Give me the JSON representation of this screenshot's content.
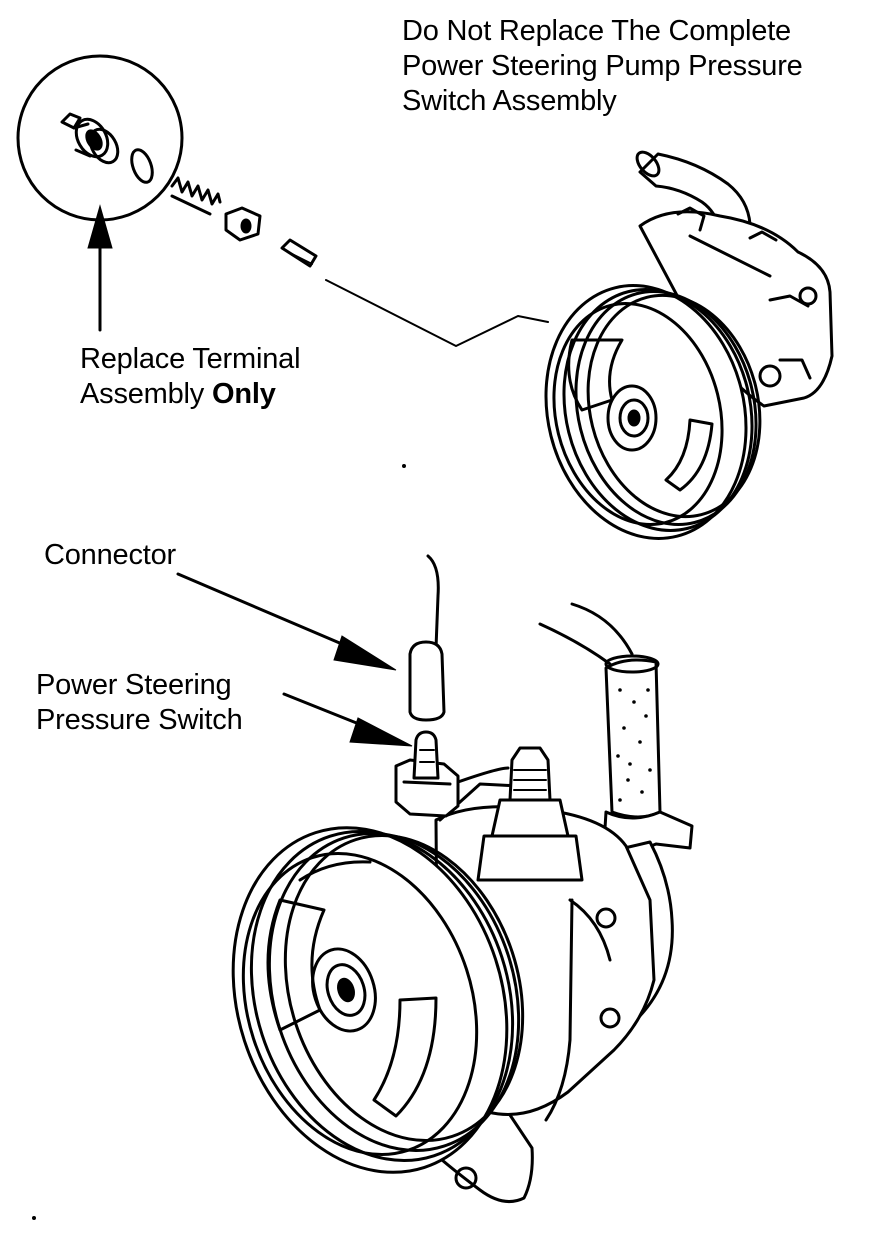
{
  "labels": {
    "top_note": [
      "Do Not Replace The Complete",
      "Power Steering Pump Pressure",
      "Switch Assembly"
    ],
    "replace_terminal": {
      "line1": "Replace Terminal",
      "line2_prefix": "Assembly ",
      "line2_bold": "Only"
    },
    "connector": "Connector",
    "pressure_switch": [
      "Power Steering",
      "Pressure Switch"
    ]
  }
}
